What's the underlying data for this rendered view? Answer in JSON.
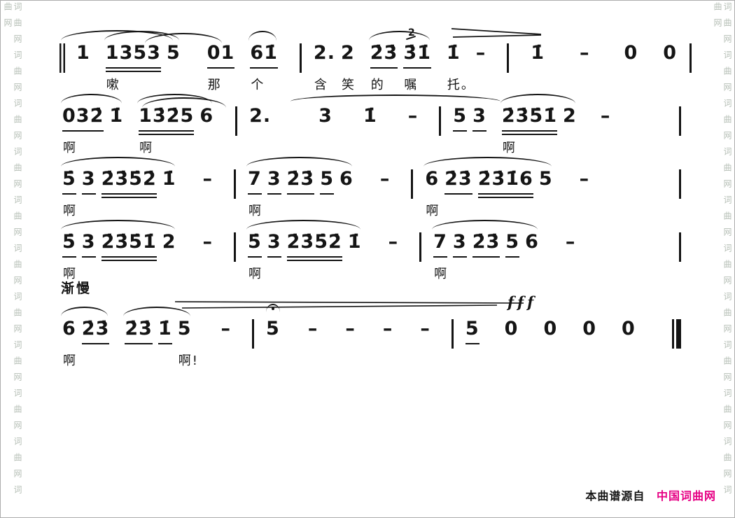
{
  "watermark": {
    "text_left": "词曲网词曲网词曲网词曲网词曲网词曲网词曲网词曲网词曲网词曲网词曲网",
    "text_right": "词曲网词曲网词曲网词曲网词曲网词曲网词曲网词曲网词曲网词曲网词曲网"
  },
  "footer": {
    "prefix": "本曲谱源自",
    "brand": "中国词曲网",
    "brand_color": "#e60084"
  },
  "systems": [
    {
      "grace": "2",
      "groups": [
        {
          "bar": "begin"
        },
        {
          "notes": [
            {
              "t": "1"
            }
          ]
        },
        {
          "slur": true,
          "notes": [
            {
              "t": "1353",
              "u": 2,
              "lyric": "嗽"
            },
            {
              "t": "5"
            }
          ]
        },
        {
          "sp": 16,
          "notes": [
            {
              "t": "01",
              "u": 1,
              "lyric": "那"
            }
          ]
        },
        {
          "slur": true,
          "notes": [
            {
              "t": "61̇",
              "u": 1,
              "lyric": "个"
            }
          ]
        },
        {
          "bar": "mid"
        },
        {
          "notes": [
            {
              "t": "2.",
              "lyric": "含"
            },
            {
              "t": "2",
              "lyric": "笑"
            }
          ]
        },
        {
          "slur": true,
          "notes": [
            {
              "t": "2̇3̇",
              "u": 1,
              "lyric": "的"
            },
            {
              "t": "3̇1̇",
              "u": 1,
              "lyric": "嘱"
            }
          ]
        },
        {
          "notes": [
            {
              "t": "1̇",
              "lyric": "托。"
            }
          ]
        },
        {
          "dash": true,
          "notes": [
            {
              "t": "–",
              "dash": true
            }
          ]
        },
        {
          "bar": "mid"
        },
        {
          "sp": 14,
          "notes": [
            {
              "t": "1̇"
            }
          ]
        },
        {
          "sp": 28,
          "dash": true,
          "notes": [
            {
              "t": "–",
              "dash": true
            }
          ]
        },
        {
          "sp": 28,
          "notes": [
            {
              "t": "0"
            }
          ]
        },
        {
          "sp": 14,
          "notes": [
            {
              "t": "0"
            }
          ]
        },
        {
          "bar": "end"
        }
      ]
    },
    {
      "groups": [
        {
          "slur": true,
          "notes": [
            {
              "t": "032̇",
              "u": 1,
              "lyric": "啊"
            },
            {
              "t": "1̇"
            }
          ]
        },
        {
          "slur": true,
          "notes": [
            {
              "t": "13̇2̇5",
              "u": 2,
              "lyric": "啊"
            },
            {
              "t": "6"
            }
          ]
        },
        {
          "bar": "mid"
        },
        {
          "notes": [
            {
              "t": "2."
            }
          ]
        },
        {
          "sp": 46,
          "notes": [
            {
              "t": "3"
            }
          ]
        },
        {
          "sp": 22,
          "notes": [
            {
              "t": "1̇"
            }
          ]
        },
        {
          "sp": 22,
          "dash": true,
          "notes": [
            {
              "t": "–",
              "dash": true
            }
          ]
        },
        {
          "bar": "mid"
        },
        {
          "notes": [
            {
              "t": "5",
              "u": 1
            },
            {
              "t": "3",
              "u": 1
            }
          ]
        },
        {
          "slur": true,
          "notes": [
            {
              "t": "2̇3̇5̇1̇",
              "u": 2,
              "lyric": "啊"
            },
            {
              "t": "2"
            }
          ]
        },
        {
          "sp": 12,
          "dash": true,
          "notes": [
            {
              "t": "–",
              "dash": true
            }
          ]
        },
        {
          "bar": "end"
        }
      ]
    },
    {
      "groups": [
        {
          "slur": true,
          "notes": [
            {
              "t": "5̇",
              "u": 1,
              "lyric": "啊"
            },
            {
              "t": "3",
              "u": 1
            },
            {
              "t": "2̇3̇5̇2̇",
              "u": 2
            },
            {
              "t": "1̇"
            }
          ]
        },
        {
          "sp": 16,
          "dash": true,
          "notes": [
            {
              "t": "–",
              "dash": true
            }
          ]
        },
        {
          "bar": "mid"
        },
        {
          "slur": true,
          "notes": [
            {
              "t": "7",
              "u": 1,
              "lyric": "啊"
            },
            {
              "t": "3",
              "u": 1
            },
            {
              "t": "2̇3̇",
              "u": 1
            },
            {
              "t": "5",
              "u": 1
            },
            {
              "t": "6"
            }
          ]
        },
        {
          "sp": 16,
          "dash": true,
          "notes": [
            {
              "t": "–",
              "dash": true
            }
          ]
        },
        {
          "bar": "mid"
        },
        {
          "slur": true,
          "notes": [
            {
              "t": "6",
              "lyric": "啊"
            },
            {
              "t": "2̇3̇",
              "u": 1
            },
            {
              "t": "2̇3̇1̇6",
              "u": 2
            },
            {
              "t": "5"
            }
          ]
        },
        {
          "sp": 16,
          "dash": true,
          "notes": [
            {
              "t": "–",
              "dash": true
            }
          ]
        },
        {
          "bar": "end"
        }
      ]
    },
    {
      "groups": [
        {
          "slur": true,
          "notes": [
            {
              "t": "5̇",
              "u": 1,
              "lyric": "啊"
            },
            {
              "t": "3",
              "u": 1
            },
            {
              "t": "2̇3̇5̇1̇",
              "u": 2
            },
            {
              "t": "2"
            }
          ]
        },
        {
          "sp": 16,
          "dash": true,
          "notes": [
            {
              "t": "–",
              "dash": true
            }
          ]
        },
        {
          "bar": "mid"
        },
        {
          "slur": true,
          "notes": [
            {
              "t": "5̇",
              "u": 1,
              "lyric": "啊"
            },
            {
              "t": "3",
              "u": 1
            },
            {
              "t": "2̇3̇5̇2̇",
              "u": 2
            },
            {
              "t": "1̇"
            }
          ]
        },
        {
          "sp": 16,
          "dash": true,
          "notes": [
            {
              "t": "–",
              "dash": true
            }
          ]
        },
        {
          "bar": "mid"
        },
        {
          "slur": true,
          "notes": [
            {
              "t": "7",
              "u": 1,
              "lyric": "啊"
            },
            {
              "t": "3",
              "u": 1
            },
            {
              "t": "2̇3̇",
              "u": 1
            },
            {
              "t": "5",
              "u": 1
            },
            {
              "t": "6"
            }
          ]
        },
        {
          "sp": 16,
          "dash": true,
          "notes": [
            {
              "t": "–",
              "dash": true
            }
          ]
        },
        {
          "bar": "end"
        }
      ]
    },
    {
      "tempo": "渐慢",
      "dynamics": "fff",
      "groups": [
        {
          "slur": true,
          "notes": [
            {
              "t": "6",
              "lyric": "啊"
            },
            {
              "t": "2̇3̇",
              "u": 1
            }
          ]
        },
        {
          "slur": true,
          "notes": [
            {
              "t": "2̇3̇",
              "u": 1
            },
            {
              "t": "1̇",
              "u": 1
            },
            {
              "t": "5",
              "lyric": "啊!"
            }
          ]
        },
        {
          "sp": 20,
          "dash": true,
          "notes": [
            {
              "t": "–",
              "dash": true
            }
          ]
        },
        {
          "bar": "mid"
        },
        {
          "notes": [
            {
              "t": "5",
              "fermata": true
            }
          ]
        },
        {
          "sp": 18,
          "dash": true,
          "notes": [
            {
              "t": "–",
              "dash": true
            }
          ]
        },
        {
          "sp": 18,
          "dash": true,
          "notes": [
            {
              "t": "–",
              "dash": true
            }
          ]
        },
        {
          "sp": 18,
          "dash": true,
          "notes": [
            {
              "t": "–",
              "dash": true
            }
          ]
        },
        {
          "sp": 18,
          "dash": true,
          "notes": [
            {
              "t": "–",
              "dash": true
            }
          ]
        },
        {
          "bar": "mid"
        },
        {
          "notes": [
            {
              "t": "5",
              "u": 1
            }
          ]
        },
        {
          "sp": 14,
          "notes": [
            {
              "t": "0"
            }
          ]
        },
        {
          "sp": 14,
          "notes": [
            {
              "t": "0"
            }
          ]
        },
        {
          "sp": 14,
          "notes": [
            {
              "t": "0"
            }
          ]
        },
        {
          "sp": 14,
          "notes": [
            {
              "t": "0"
            }
          ]
        },
        {
          "bar": "final"
        }
      ]
    }
  ]
}
